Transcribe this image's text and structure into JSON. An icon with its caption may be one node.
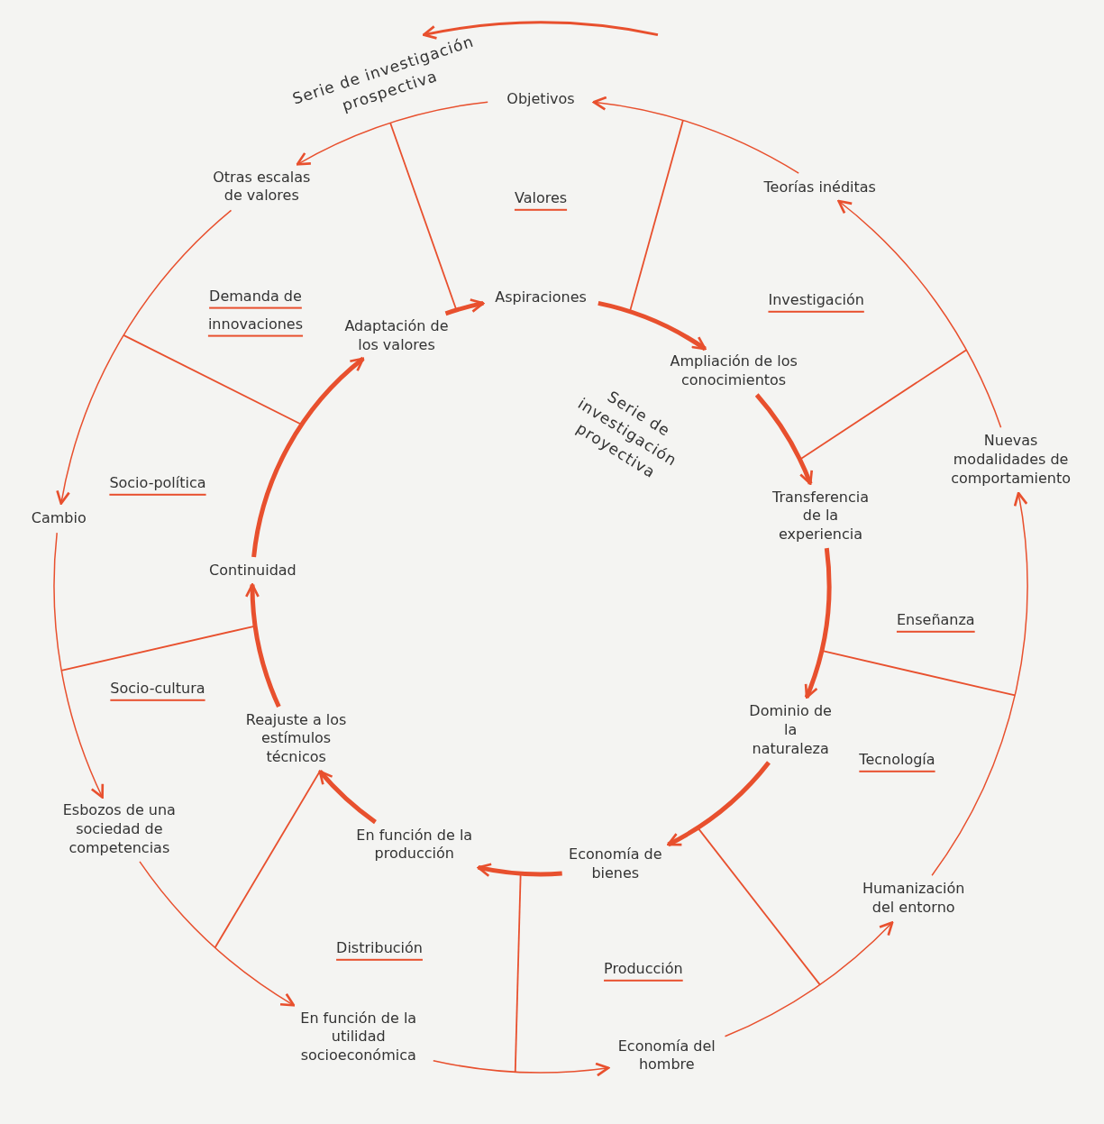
{
  "diagram": {
    "nodes": [
      {
        "text": [
          "Objetivos"
        ]
      },
      {
        "text": [
          "Otras escalas de valores"
        ]
      },
      {
        "text": [
          "Teorías inéditas"
        ]
      },
      {
        "text": [
          "Aspiraciones"
        ]
      },
      {
        "text": [
          "Adaptación de los valores"
        ]
      },
      {
        "text": [
          "Ampliación de los conocimientos"
        ]
      },
      {
        "text": [
          "Nuevas modalidades de comportamiento"
        ]
      },
      {
        "text": [
          "Transferencia de la experiencia"
        ]
      },
      {
        "text": [
          "Cambio"
        ]
      },
      {
        "text": [
          "Continuidad"
        ]
      },
      {
        "text": [
          "Reajuste a los estímulos técnicos"
        ]
      },
      {
        "text": [
          "Dominio de la naturaleza"
        ]
      },
      {
        "text": [
          "Esbozos de una sociedad de competencias"
        ]
      },
      {
        "text": [
          "En función de la producción"
        ]
      },
      {
        "text": [
          "Humanización del entorno"
        ]
      },
      {
        "text": [
          "Economía de bienes"
        ]
      },
      {
        "text": [
          "En función de la utilidad socioeconómica"
        ]
      },
      {
        "text": [
          "Economía del hombre"
        ]
      }
    ],
    "edges": [
      {
        "from": 3,
        "to": 5,
        "arrow": "to",
        "style": "thick"
      },
      {
        "from": 5,
        "to": 7,
        "arrow": "to",
        "style": "thick"
      },
      {
        "from": 7,
        "to": 11,
        "arrow": "to",
        "style": "thick"
      },
      {
        "from": 11,
        "to": 15,
        "arrow": "to",
        "style": "thick"
      },
      {
        "from": 15,
        "to": 13,
        "arrow": "to",
        "style": "thick"
      },
      {
        "from": 13,
        "to": 10,
        "arrow": "to",
        "style": "thick"
      },
      {
        "from": 10,
        "to": 9,
        "arrow": "to",
        "style": "thick"
      },
      {
        "from": 9,
        "to": 4,
        "arrow": "to",
        "style": "thick"
      },
      {
        "from": 4,
        "to": 3,
        "arrow": "to",
        "style": "thick"
      },
      {
        "from": 0,
        "to": 1,
        "arrow": "to"
      },
      {
        "from": 1,
        "to": 8,
        "arrow": "to"
      },
      {
        "from": 8,
        "to": 12,
        "arrow": "to"
      },
      {
        "from": 12,
        "to": 16,
        "arrow": "to"
      },
      {
        "from": 16,
        "to": 17,
        "arrow": "to"
      },
      {
        "from": 17,
        "to": 14,
        "arrow": "to"
      },
      {
        "from": 14,
        "to": 6,
        "arrow": "to"
      },
      {
        "from": 6,
        "to": 2,
        "arrow": "to"
      },
      {
        "from": 2,
        "to": 0,
        "arrow": "to"
      }
    ],
    "labels": [
      "Serie de investigación prospectiva",
      "Valores",
      "Demanda de innovaciones",
      "Investigación",
      "Serie de investigación proyectiva",
      "Socio-política",
      "Enseñanza",
      "Socio-cultura",
      "Tecnología",
      "Distribución",
      "Producción"
    ]
  }
}
